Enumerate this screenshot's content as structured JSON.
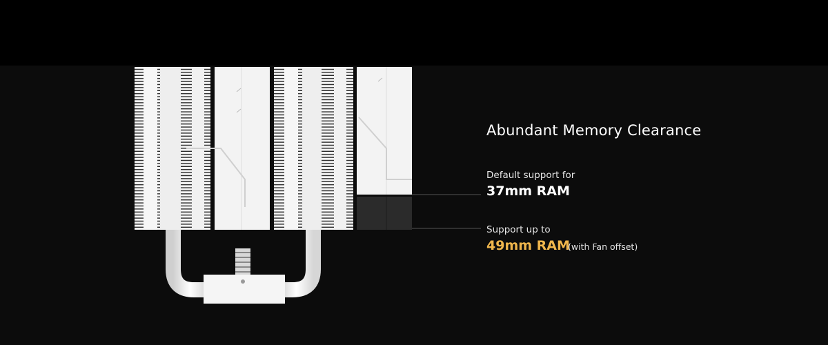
{
  "heading": "Abundant Memory Clearance",
  "default_spec": {
    "label": "Default support for",
    "value": "37mm RAM"
  },
  "max_spec": {
    "label": "Support up to",
    "value": "49mm RAM",
    "note": "(with Fan offset)"
  },
  "colors": {
    "background": "#0c0c0c",
    "accent": "#f0b64c",
    "product": "#f2f2f2"
  }
}
